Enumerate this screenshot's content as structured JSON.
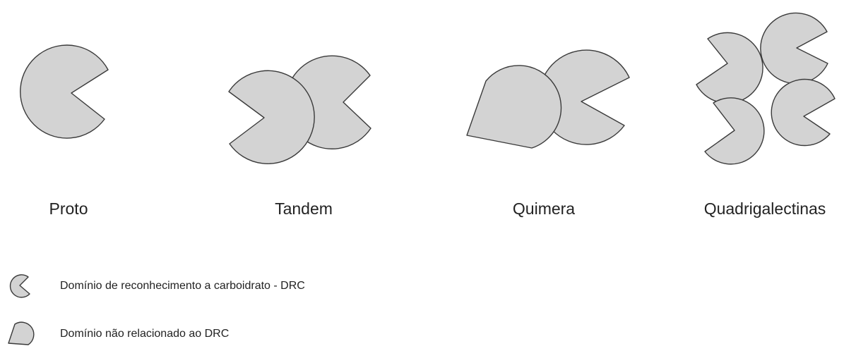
{
  "groups": {
    "proto": {
      "label": "Proto"
    },
    "tandem": {
      "label": "Tandem"
    },
    "quimera": {
      "label": "Quimera"
    },
    "quadrigalectinas": {
      "label": "Quadrigalectinas"
    }
  },
  "legend": {
    "drc": {
      "label": "Domínio de reconhecimento a carboidrato - DRC",
      "icon": "drc-domain-icon"
    },
    "non_drc": {
      "label": "Domínio não relacionado ao DRC",
      "icon": "non-drc-domain-icon"
    }
  },
  "colors": {
    "domain_fill": "#d3d3d3",
    "domain_stroke": "#3a3a3a",
    "text": "#222222"
  }
}
